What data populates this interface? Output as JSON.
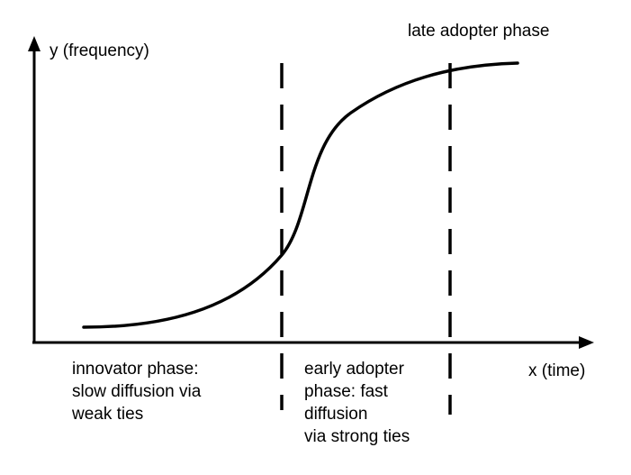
{
  "diagram": {
    "y_axis_label": "y (frequency)",
    "x_axis_label": "x (time)",
    "late_phase_label": "late adopter phase",
    "innovator_phase": {
      "line1": "innovator phase:",
      "line2": "slow diffusion via",
      "line3": "weak ties"
    },
    "early_phase": {
      "line1": "early adopter",
      "line2": "phase: fast",
      "line3": "diffusion",
      "line4": "via strong ties"
    },
    "colors": {
      "ink": "#000000",
      "background": "#ffffff"
    }
  }
}
